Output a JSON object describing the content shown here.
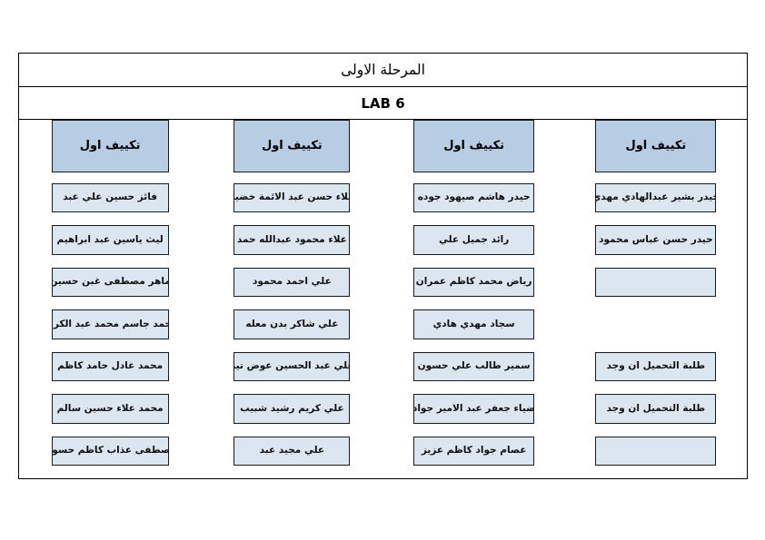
{
  "document": {
    "title": "المرحلة الاولى",
    "subtitle": "LAB 6",
    "colors": {
      "header_cell_fill": "#b8cce4",
      "name_cell_fill": "#dce6f1",
      "border": "#000000",
      "page_background": "#ffffff",
      "text": "#000000"
    }
  },
  "columns": [
    {
      "header": "تكييف اول",
      "cells": [
        "فائز حسين علي عبد",
        "ليث ياسين عبد ابراهيم",
        "ماهر مصطفى غبن حسين",
        "محمد جاسم محمد عبد الكريم",
        "محمد عادل حامد كاظم",
        "محمد علاء حسين سالم",
        "مصطفى عذاب كاظم حسون"
      ]
    },
    {
      "header": "تكييف اول",
      "cells": [
        "علاء حسن عبد الائمة خضير",
        "علاء محمود عبدالله حمد",
        "علي احمد محمود",
        "علي شاكر بدن معله",
        "علي عبد الحسين عوض تير",
        "علي كريم رشيد شبيب",
        "علي مجيد عبد"
      ]
    },
    {
      "header": "تكييف اول",
      "cells": [
        "حيدر هاشم صيهود جوده",
        "رائد جميل علي",
        "رياض محمد كاظم عمران",
        "سجاد مهدي هادي",
        "سمير طالب علي حسون",
        "ضياء جعفر عبد الامير جواد",
        "عصام جواد كاظم عزيز"
      ]
    },
    {
      "header": "تكييف اول",
      "cells": [
        "حيدر بشير عبدالهادي مهدي",
        "حيدر حسن عباس محمود",
        "",
        null,
        "طلبة التحميل ان وجد",
        "طلبة التحميل ان وجد",
        ""
      ]
    }
  ]
}
